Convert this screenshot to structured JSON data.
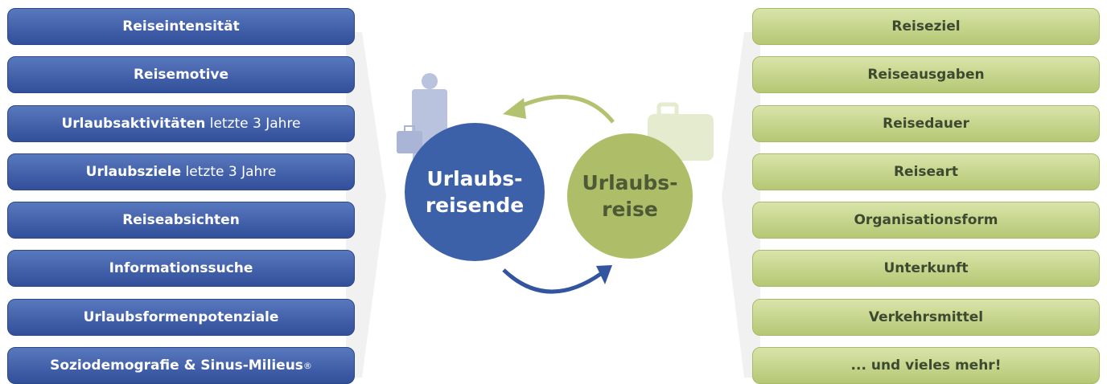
{
  "left_items": [
    {
      "bold": "Reiseintensität",
      "normal": "",
      "sup": ""
    },
    {
      "bold": "Reisemotive",
      "normal": "",
      "sup": ""
    },
    {
      "bold": "Urlaubsaktivitäten",
      "normal": " letzte 3 Jahre",
      "sup": ""
    },
    {
      "bold": "Urlaubsziele",
      "normal": " letzte 3 Jahre",
      "sup": ""
    },
    {
      "bold": "Reiseabsichten",
      "normal": "",
      "sup": ""
    },
    {
      "bold": "Informationssuche",
      "normal": "",
      "sup": ""
    },
    {
      "bold": "Urlaubsformenpotenziale",
      "normal": "",
      "sup": ""
    },
    {
      "bold": "Soziodemografie & Sinus-Milieus",
      "normal": "",
      "sup": "®"
    }
  ],
  "right_items": [
    "Reiseziel",
    "Reiseausgaben",
    "Reisedauer",
    "Reiseart",
    "Organisationsform",
    "Unterkunft",
    "Verkehrsmittel",
    "... und vieles mehr!"
  ],
  "center": {
    "left_circle": "Urlaubs-\nreisende",
    "right_circle": "Urlaubs-\nreise"
  },
  "colors": {
    "blue": "#3c61a9",
    "green": "#aebe68",
    "person": "#b9c3de",
    "suitcase": "#e4ebce"
  },
  "icons": [
    "person-icon",
    "suitcase-icon",
    "arrow-icon"
  ]
}
